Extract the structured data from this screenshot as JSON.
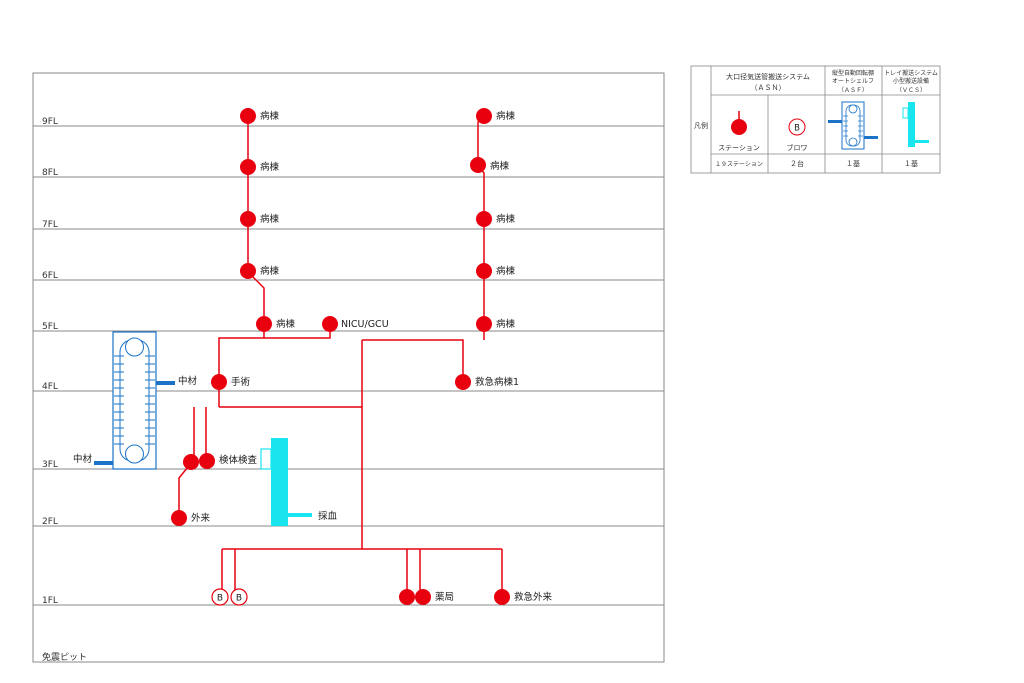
{
  "floors": {
    "f9": "9FL",
    "f8": "8FL",
    "f7": "7FL",
    "f6": "6FL",
    "f5": "5FL",
    "f4": "4FL",
    "f3": "3FL",
    "f2": "2FL",
    "f1": "1FL",
    "pit": "免震ピット"
  },
  "nodes": {
    "ward": "病棟",
    "nicu": "NICU/GCU",
    "surgery": "手術",
    "emergency_ward": "救急病棟1",
    "central_material": "中材",
    "specimen": "検体検査",
    "outpatient": "外来",
    "blood_draw": "採血",
    "pharmacy": "薬局",
    "emergency_outpatient": "救急外来",
    "blower_mark": "B"
  },
  "legend": {
    "row_label": "凡例",
    "asn_title_1": "大口径気送管搬送システム",
    "asn_title_2": "（ＡＳＮ）",
    "asf_title_1": "縦型自動回転棚",
    "asf_title_2": "オートシェルフ",
    "asf_title_3": "（ＡＳＦ）",
    "vcs_title_1": "トレイ搬送システム",
    "vcs_title_2": "小型搬送設備",
    "vcs_title_3": "（ＶＣＳ）",
    "station_label": "ステーション",
    "blower_label": "ブロワ",
    "blower_mark": "B",
    "station_count": "１９ステーション",
    "blower_count": "２台",
    "asf_count": "１基",
    "vcs_count": "１基"
  },
  "colors": {
    "asn": "#e8000f",
    "asf": "#1a73c8",
    "vcs": "#19e5ee",
    "floor_line": "#8a8a8a"
  }
}
